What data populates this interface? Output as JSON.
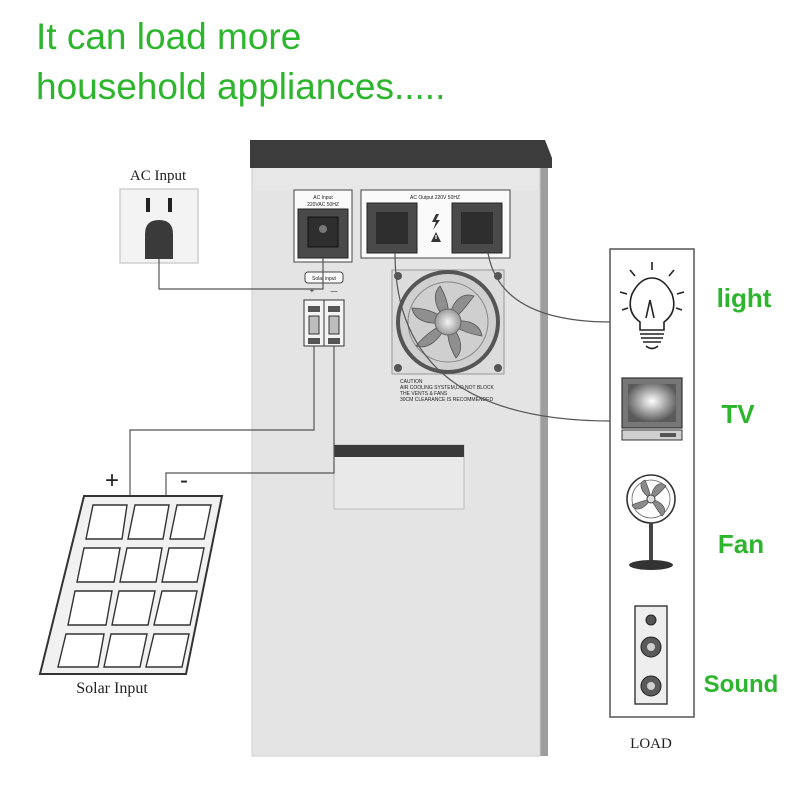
{
  "headline": {
    "line1": "It can load more",
    "line2": "household appliances....."
  },
  "ac_input": {
    "label": "AC Input",
    "icon": "wall-outlet-icon"
  },
  "solar_input": {
    "label": "Solar Input",
    "plus": "+",
    "minus": "-",
    "icon": "solar-panel-icon"
  },
  "inverter": {
    "ac_input_panel": {
      "line1": "AC Input",
      "line2": "220VAC  50HZ"
    },
    "solar_input_tag": "Solar input",
    "breaker_plus": "+",
    "breaker_minus": "—",
    "ac_output_label": "AC Output  220V  50HZ",
    "caution": {
      "line1": "CAUTION",
      "line2": "AIR COOLING SYSTEM,DO NOT BLOCK",
      "line3": "THE VENTS & FANS",
      "line4": "30CM CLEARANCE IS RECOMMENDED"
    }
  },
  "load": {
    "title": "LOAD",
    "items": [
      {
        "label": "light",
        "icon": "light-bulb-icon"
      },
      {
        "label": "TV",
        "icon": "tv-icon"
      },
      {
        "label": "Fan",
        "icon": "fan-icon"
      },
      {
        "label": "Sound",
        "icon": "speaker-icon"
      }
    ]
  },
  "colors": {
    "headline": "#2db52d",
    "cabinet": "#e6e6e6",
    "cabinet_top": "#3c3c3c",
    "wire": "#555555"
  }
}
